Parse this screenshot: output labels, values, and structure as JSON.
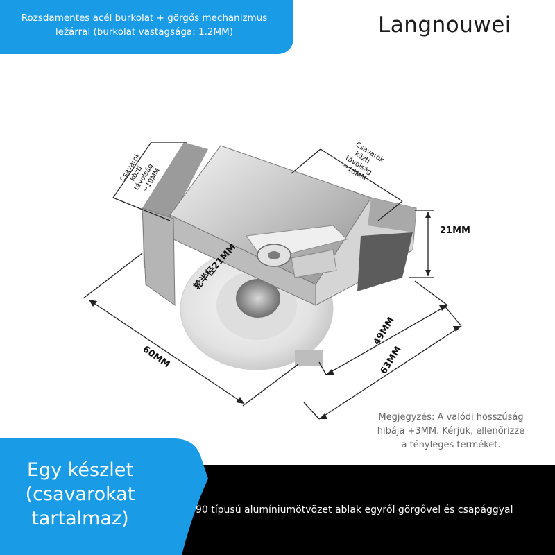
{
  "header": {
    "banner_line1": "Rozsdamentes acél burkolat + görgős mechanizmus",
    "banner_line2": "ležárral (burkolat vastagsága: 1.2MM)",
    "brand": "Langnouwei"
  },
  "dimensions": {
    "screw_left": [
      "Csavarok",
      "közti",
      "távolság",
      "~19MM"
    ],
    "screw_right": [
      "Csavarok",
      "közti",
      "távolság",
      "~18MM"
    ],
    "height": "21MM",
    "wheel_radius": "轮半径21MM",
    "length_60": "60MM",
    "length_49": "49MM",
    "length_63": "63MM"
  },
  "note": {
    "line1": "Megjegyzés: A valódi hosszúság",
    "line2": "hibája +3MM. Kérjük, ellenőrizze",
    "line3": "a tényleges terméket."
  },
  "footer": {
    "set_line1": "Egy készlet",
    "set_line2": "(csavarokat",
    "set_line3": "tartalmaz)",
    "description": "90 típusú alumíniumötvözet ablak egyről görgővel és csapággyal"
  },
  "colors": {
    "banner_blue": "#1a9be6",
    "band_black": "#000000"
  }
}
